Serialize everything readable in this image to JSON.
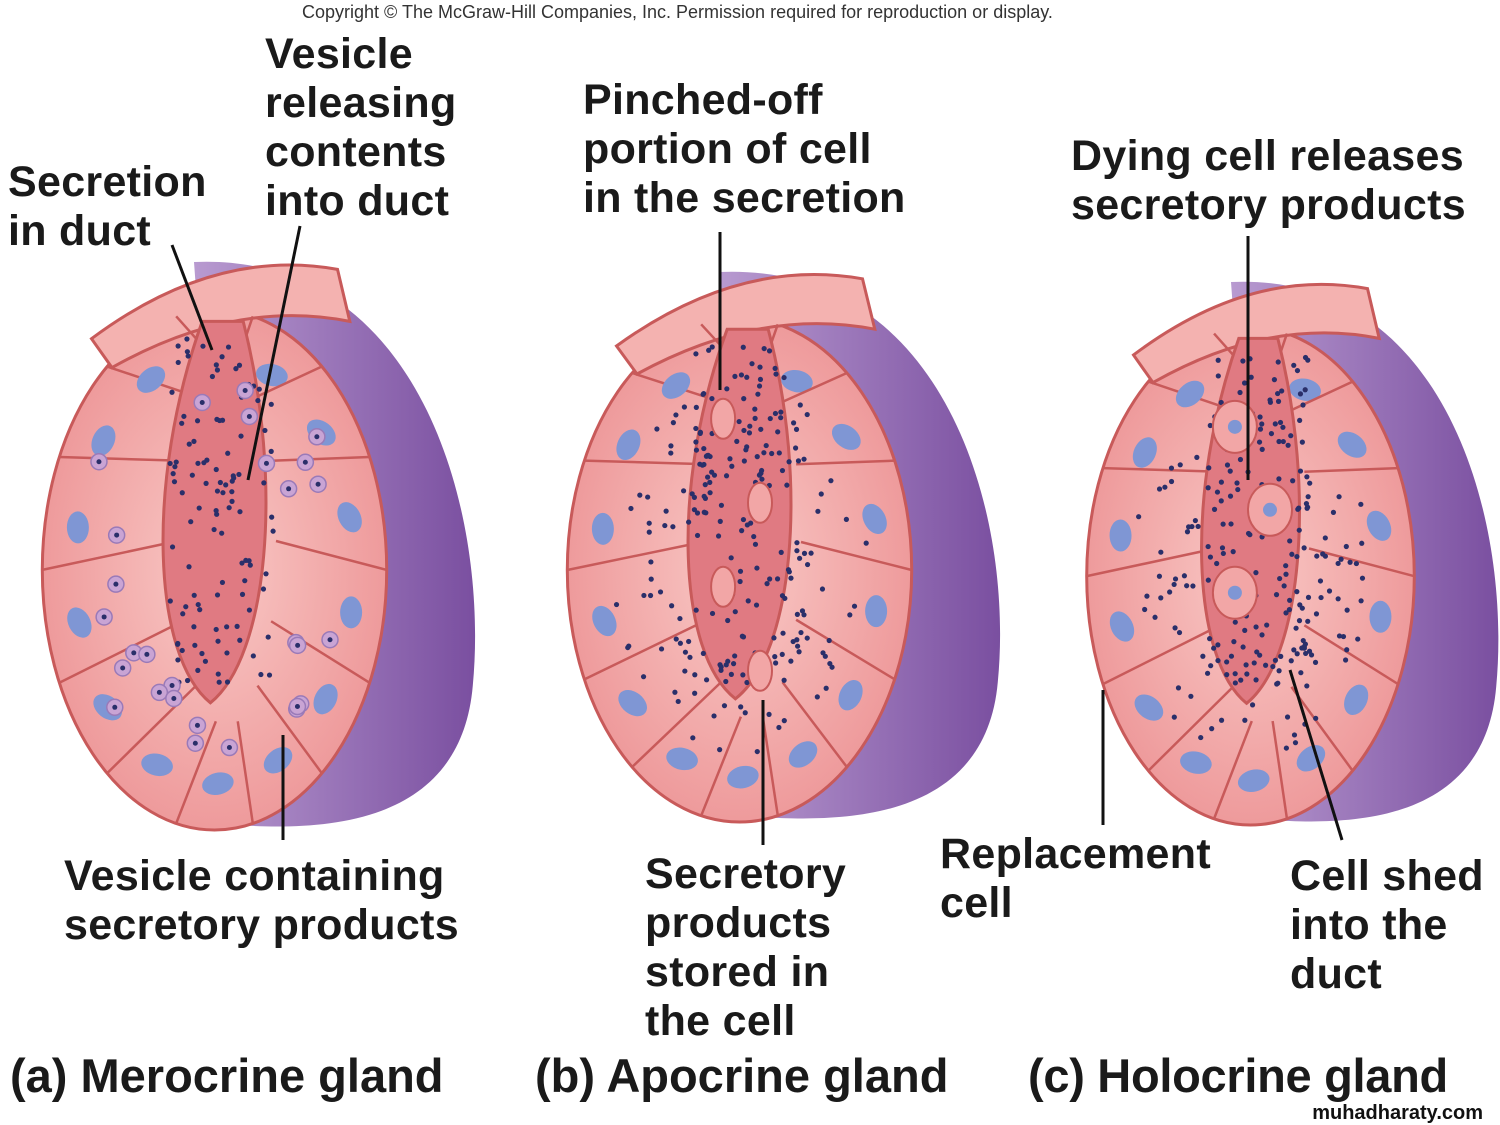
{
  "copyright": "Copyright © The McGraw-Hill Companies, Inc. Permission required for reproduction or display.",
  "watermark": "muhadharaty.com",
  "colors": {
    "cell": "#f0a0a0",
    "cell_outline": "#c85a5a",
    "duct": "#e07a82",
    "nucleus": "#7f96d4",
    "basement": "#8c5fae",
    "dot": "#2a2f6a"
  },
  "panels": [
    {
      "caption": "(a) Merocrine gland",
      "labels": [
        "Secretion\nin duct",
        "Vesicle\nreleasing\ncontents\ninto duct",
        "Vesicle containing\nsecretory products"
      ]
    },
    {
      "caption": "(b) Apocrine gland",
      "labels": [
        "Pinched-off\nportion of cell\nin the secretion",
        "Secretory\nproducts\nstored in\nthe cell"
      ]
    },
    {
      "caption": "(c) Holocrine gland",
      "labels": [
        "Dying cell releases\nsecretory products",
        "Replacement\ncell",
        "Cell shed\ninto the\nduct"
      ]
    }
  ]
}
